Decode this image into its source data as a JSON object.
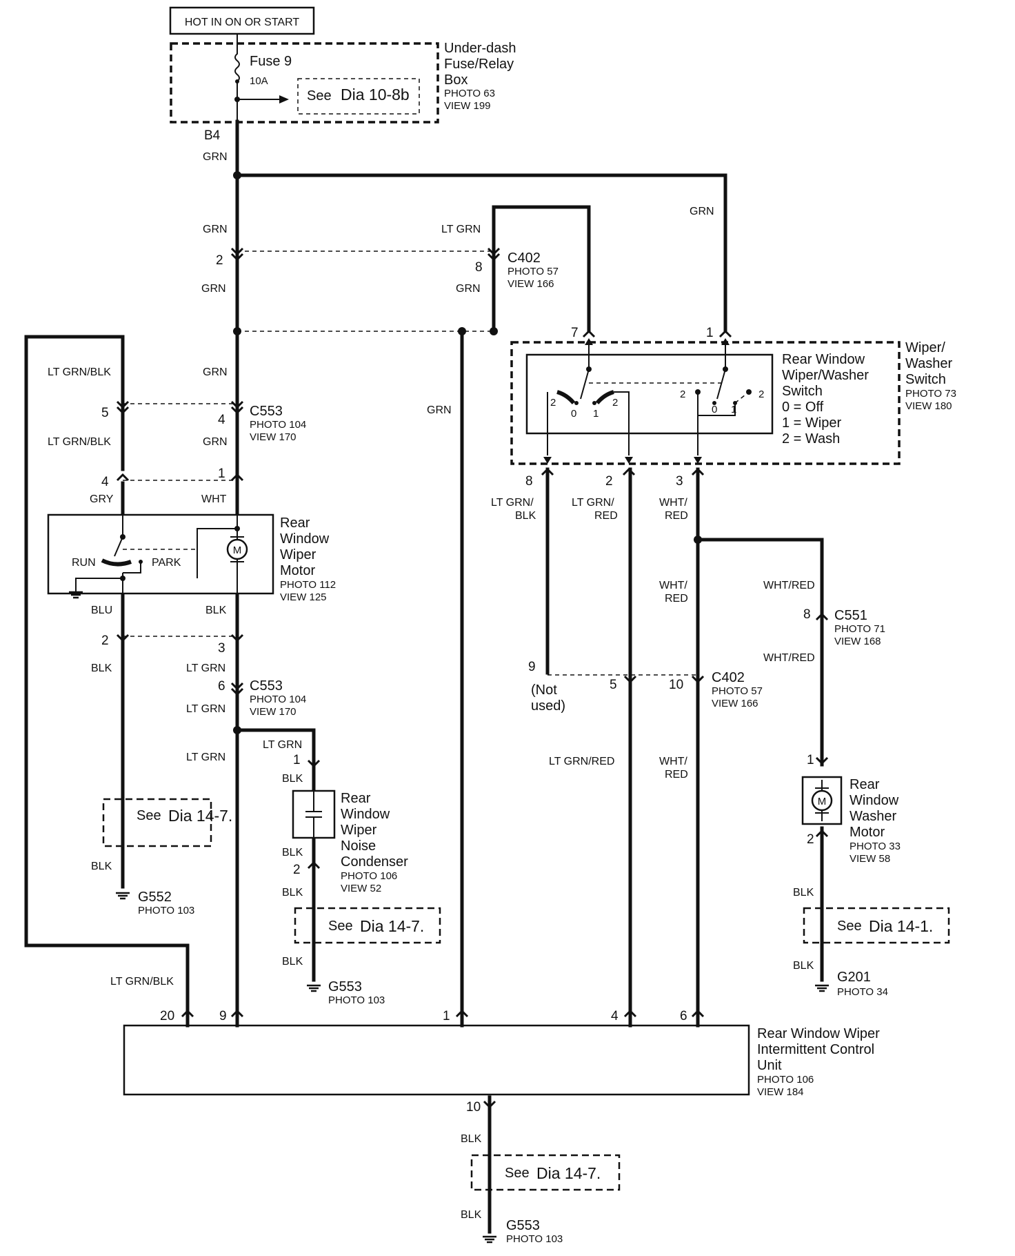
{
  "power": {
    "hot_label": "HOT IN ON OR START"
  },
  "fusebox": {
    "title1": "Under-dash",
    "title2": "Fuse/Relay",
    "title3": "Box",
    "photo": "PHOTO 63",
    "view": "VIEW 199",
    "fuse_name": "Fuse 9",
    "fuse_rating": "10A",
    "see_prefix": "See",
    "see_ref": "Dia 10-8b",
    "out_pin": "B4"
  },
  "wires": {
    "grn": "GRN",
    "lt_grn": "LT GRN",
    "lt_grn_blk": "LT GRN/BLK",
    "lt_grn_slash": "LT GRN/",
    "blk_word": "BLK",
    "red_word": "RED",
    "wht_slash": "WHT/",
    "wht_red": "WHT/RED",
    "lt_grn_red": "LT GRN/RED",
    "gry": "GRY",
    "wht": "WHT",
    "blu": "BLU",
    "blk": "BLK"
  },
  "c402": {
    "name": "C402",
    "photo": "PHOTO 57",
    "view": "VIEW 166"
  },
  "c553": {
    "name": "C553",
    "photo": "PHOTO 104",
    "view": "VIEW 170"
  },
  "c551": {
    "name": "C551",
    "photo": "PHOTO 71",
    "view": "VIEW 168"
  },
  "pins": {
    "p1": "1",
    "p2": "2",
    "p3": "3",
    "p4": "4",
    "p5": "5",
    "p6": "6",
    "p7": "7",
    "p8": "8",
    "p9": "9",
    "p10": "10",
    "p20": "20"
  },
  "switch": {
    "inner1": "Rear Window",
    "inner2": "Wiper/Washer",
    "inner3": "Switch",
    "legend0": "0 = Off",
    "legend1": "1 = Wiper",
    "legend2": "2 = Wash",
    "outer1": "Wiper/",
    "outer2": "Washer",
    "outer3": "Switch",
    "photo": "PHOTO 73",
    "view": "VIEW 180",
    "pos0": "0",
    "pos1": "1",
    "pos2": "2"
  },
  "wiper_motor": {
    "t1": "Rear",
    "t2": "Window",
    "t3": "Wiper",
    "t4": "Motor",
    "photo": "PHOTO 112",
    "view": "VIEW 125",
    "run": "RUN",
    "park": "PARK",
    "m": "M"
  },
  "condenser": {
    "t1": "Rear",
    "t2": "Window",
    "t3": "Wiper",
    "t4": "Noise",
    "t5": "Condenser",
    "photo": "PHOTO 106",
    "view": "VIEW 52"
  },
  "washer_motor": {
    "t1": "Rear",
    "t2": "Window",
    "t3": "Washer",
    "t4": "Motor",
    "photo": "PHOTO 33",
    "view": "VIEW 58",
    "m": "M"
  },
  "not_used": {
    "l1": "(Not",
    "l2": "used)"
  },
  "see_refs": {
    "prefix": "See",
    "d147": "Dia 14-7.",
    "d141": "Dia 14-1."
  },
  "grounds": {
    "g552": "G552",
    "g552_photo": "PHOTO 103",
    "g553": "G553",
    "g553_photo": "PHOTO 103",
    "g201": "G201",
    "g201_photo": "PHOTO 34"
  },
  "control_unit": {
    "t1": "Rear Window Wiper",
    "t2": "Intermittent Control",
    "t3": "Unit",
    "photo": "PHOTO 106",
    "view": "VIEW 184"
  }
}
